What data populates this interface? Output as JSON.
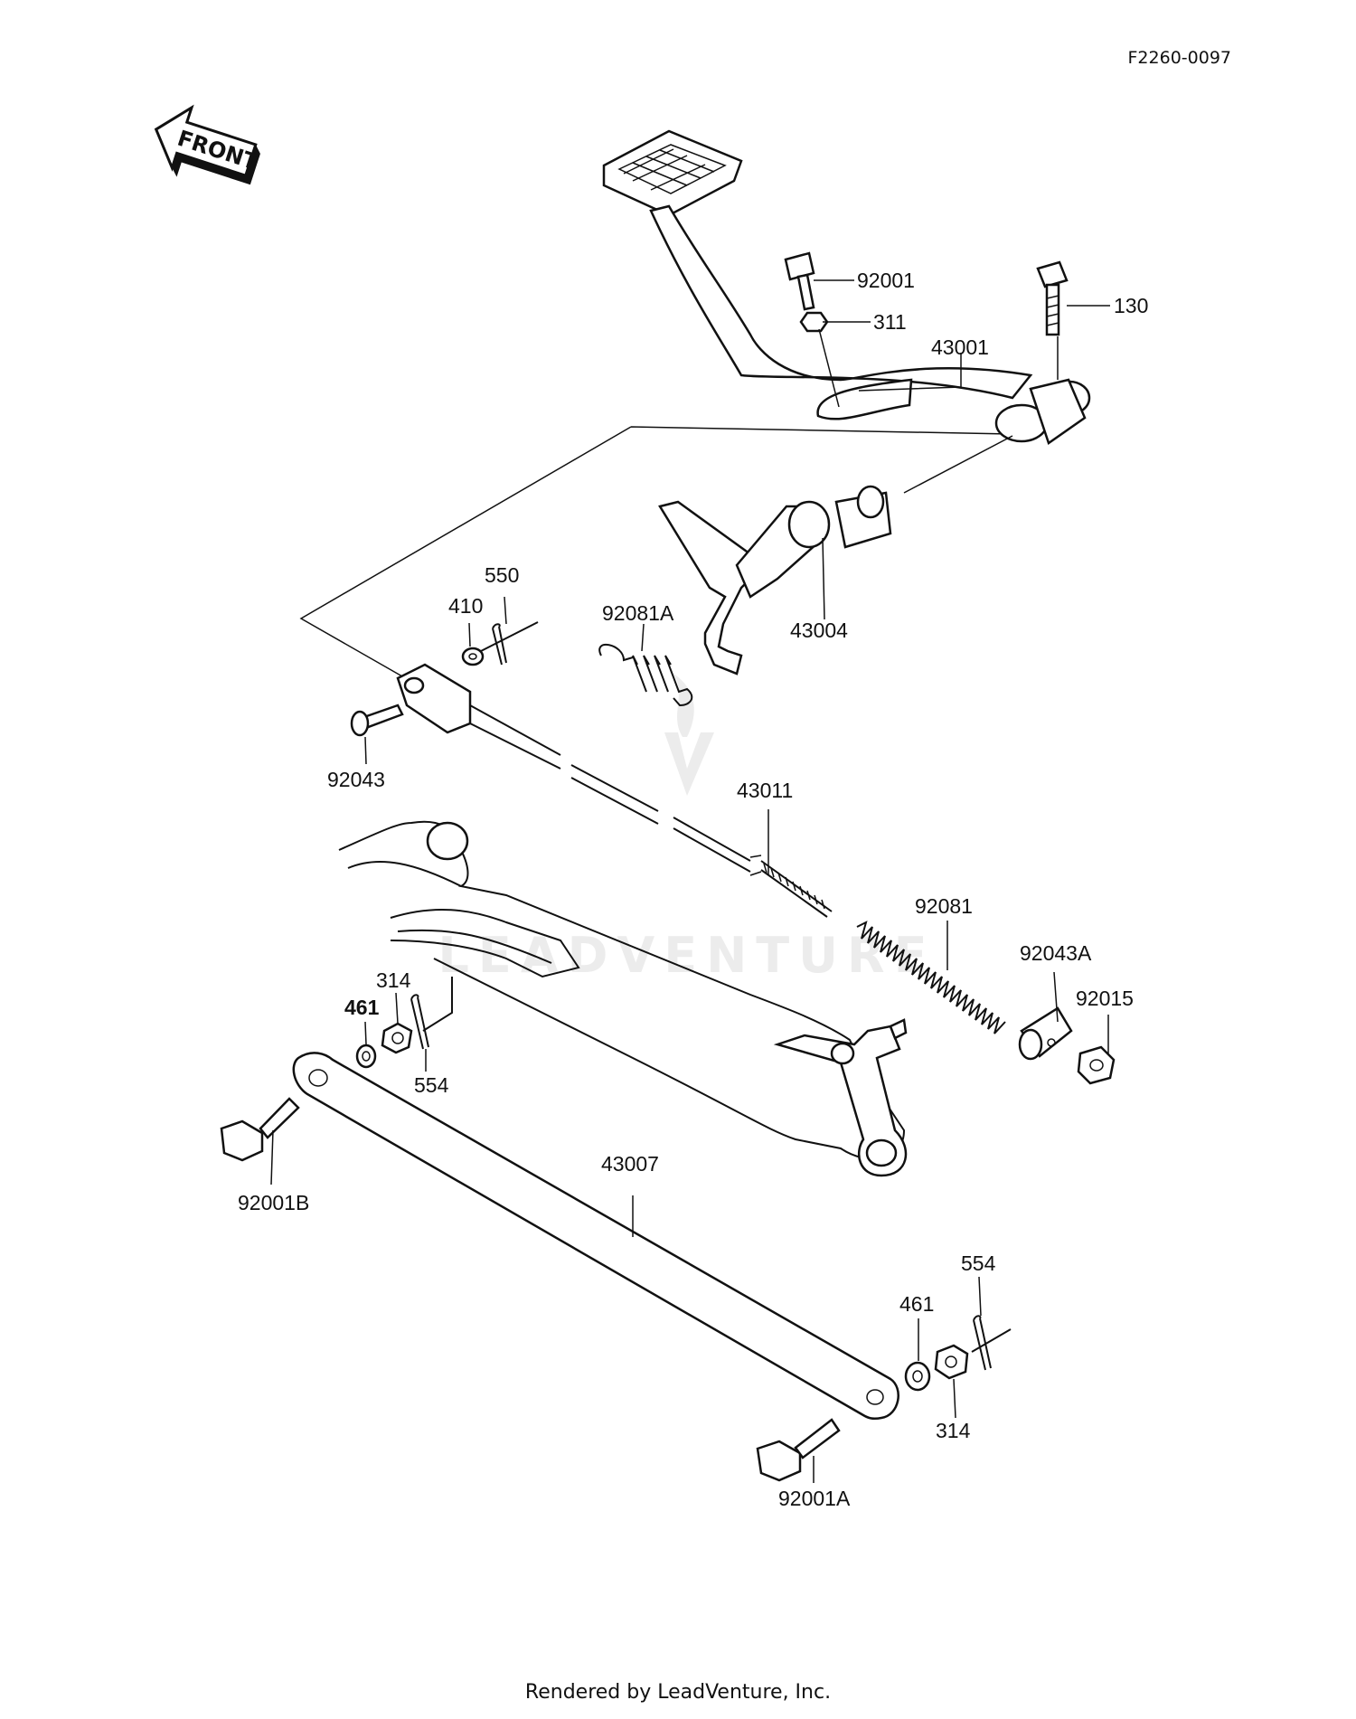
{
  "diagram_code": "F2260-0097",
  "direction_badge": "FRONT",
  "footer": "Rendered by LeadVenture, Inc.",
  "watermark": "LEADVENTURE",
  "callouts": {
    "p92001": "92001",
    "p311": "311",
    "p130": "130",
    "p43001": "43001",
    "p550": "550",
    "p410": "410",
    "p92081A": "92081A",
    "p43004": "43004",
    "p92043": "92043",
    "p43011": "43011",
    "p92081": "92081",
    "p92043A": "92043A",
    "p92015": "92015",
    "p314_left": "314",
    "p461_left": "461",
    "p554_left": "554",
    "p92001B": "92001B",
    "p43007": "43007",
    "p554_right": "554",
    "p461_right": "461",
    "p314_right": "314",
    "p92001A": "92001A"
  }
}
